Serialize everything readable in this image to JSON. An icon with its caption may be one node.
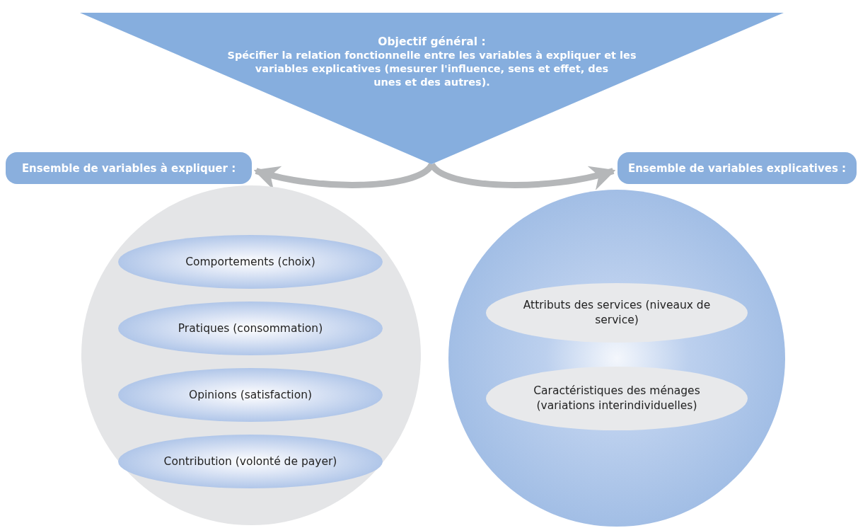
{
  "diagram": {
    "nodes": [
      {
        "text": [
          "Objectif général :",
          "Spécifier la relation fonctionnelle entre les variables à expliquer et les variables explicatives (mesurer l'influence, sens et effet, des unes et des autres)."
        ]
      },
      {
        "text": [
          "Ensemble de variables à expliquer :"
        ]
      },
      {
        "text": [
          "Ensemble de variables explicatives :"
        ]
      },
      {
        "text": [],
        "shape": "circle"
      },
      {
        "text": [
          "Comportements (choix)"
        ],
        "in": 3
      },
      {
        "text": [
          "Pratiques (consommation)"
        ],
        "in": 3
      },
      {
        "text": [
          "Opinions (satisfaction)"
        ],
        "in": 3
      },
      {
        "text": [
          "Contribution (volonté de payer)"
        ],
        "in": 3
      },
      {
        "text": [],
        "shape": "circle"
      },
      {
        "text": [
          "Attributs des services (niveaux de service)"
        ],
        "in": 8
      },
      {
        "text": [
          "Caractéristiques des ménages (variations interindividuelles)"
        ],
        "in": 8
      }
    ],
    "edges": [
      {
        "from": 0,
        "to": 1,
        "arrow": "to"
      },
      {
        "from": 0,
        "to": 2,
        "arrow": "to"
      }
    ]
  }
}
